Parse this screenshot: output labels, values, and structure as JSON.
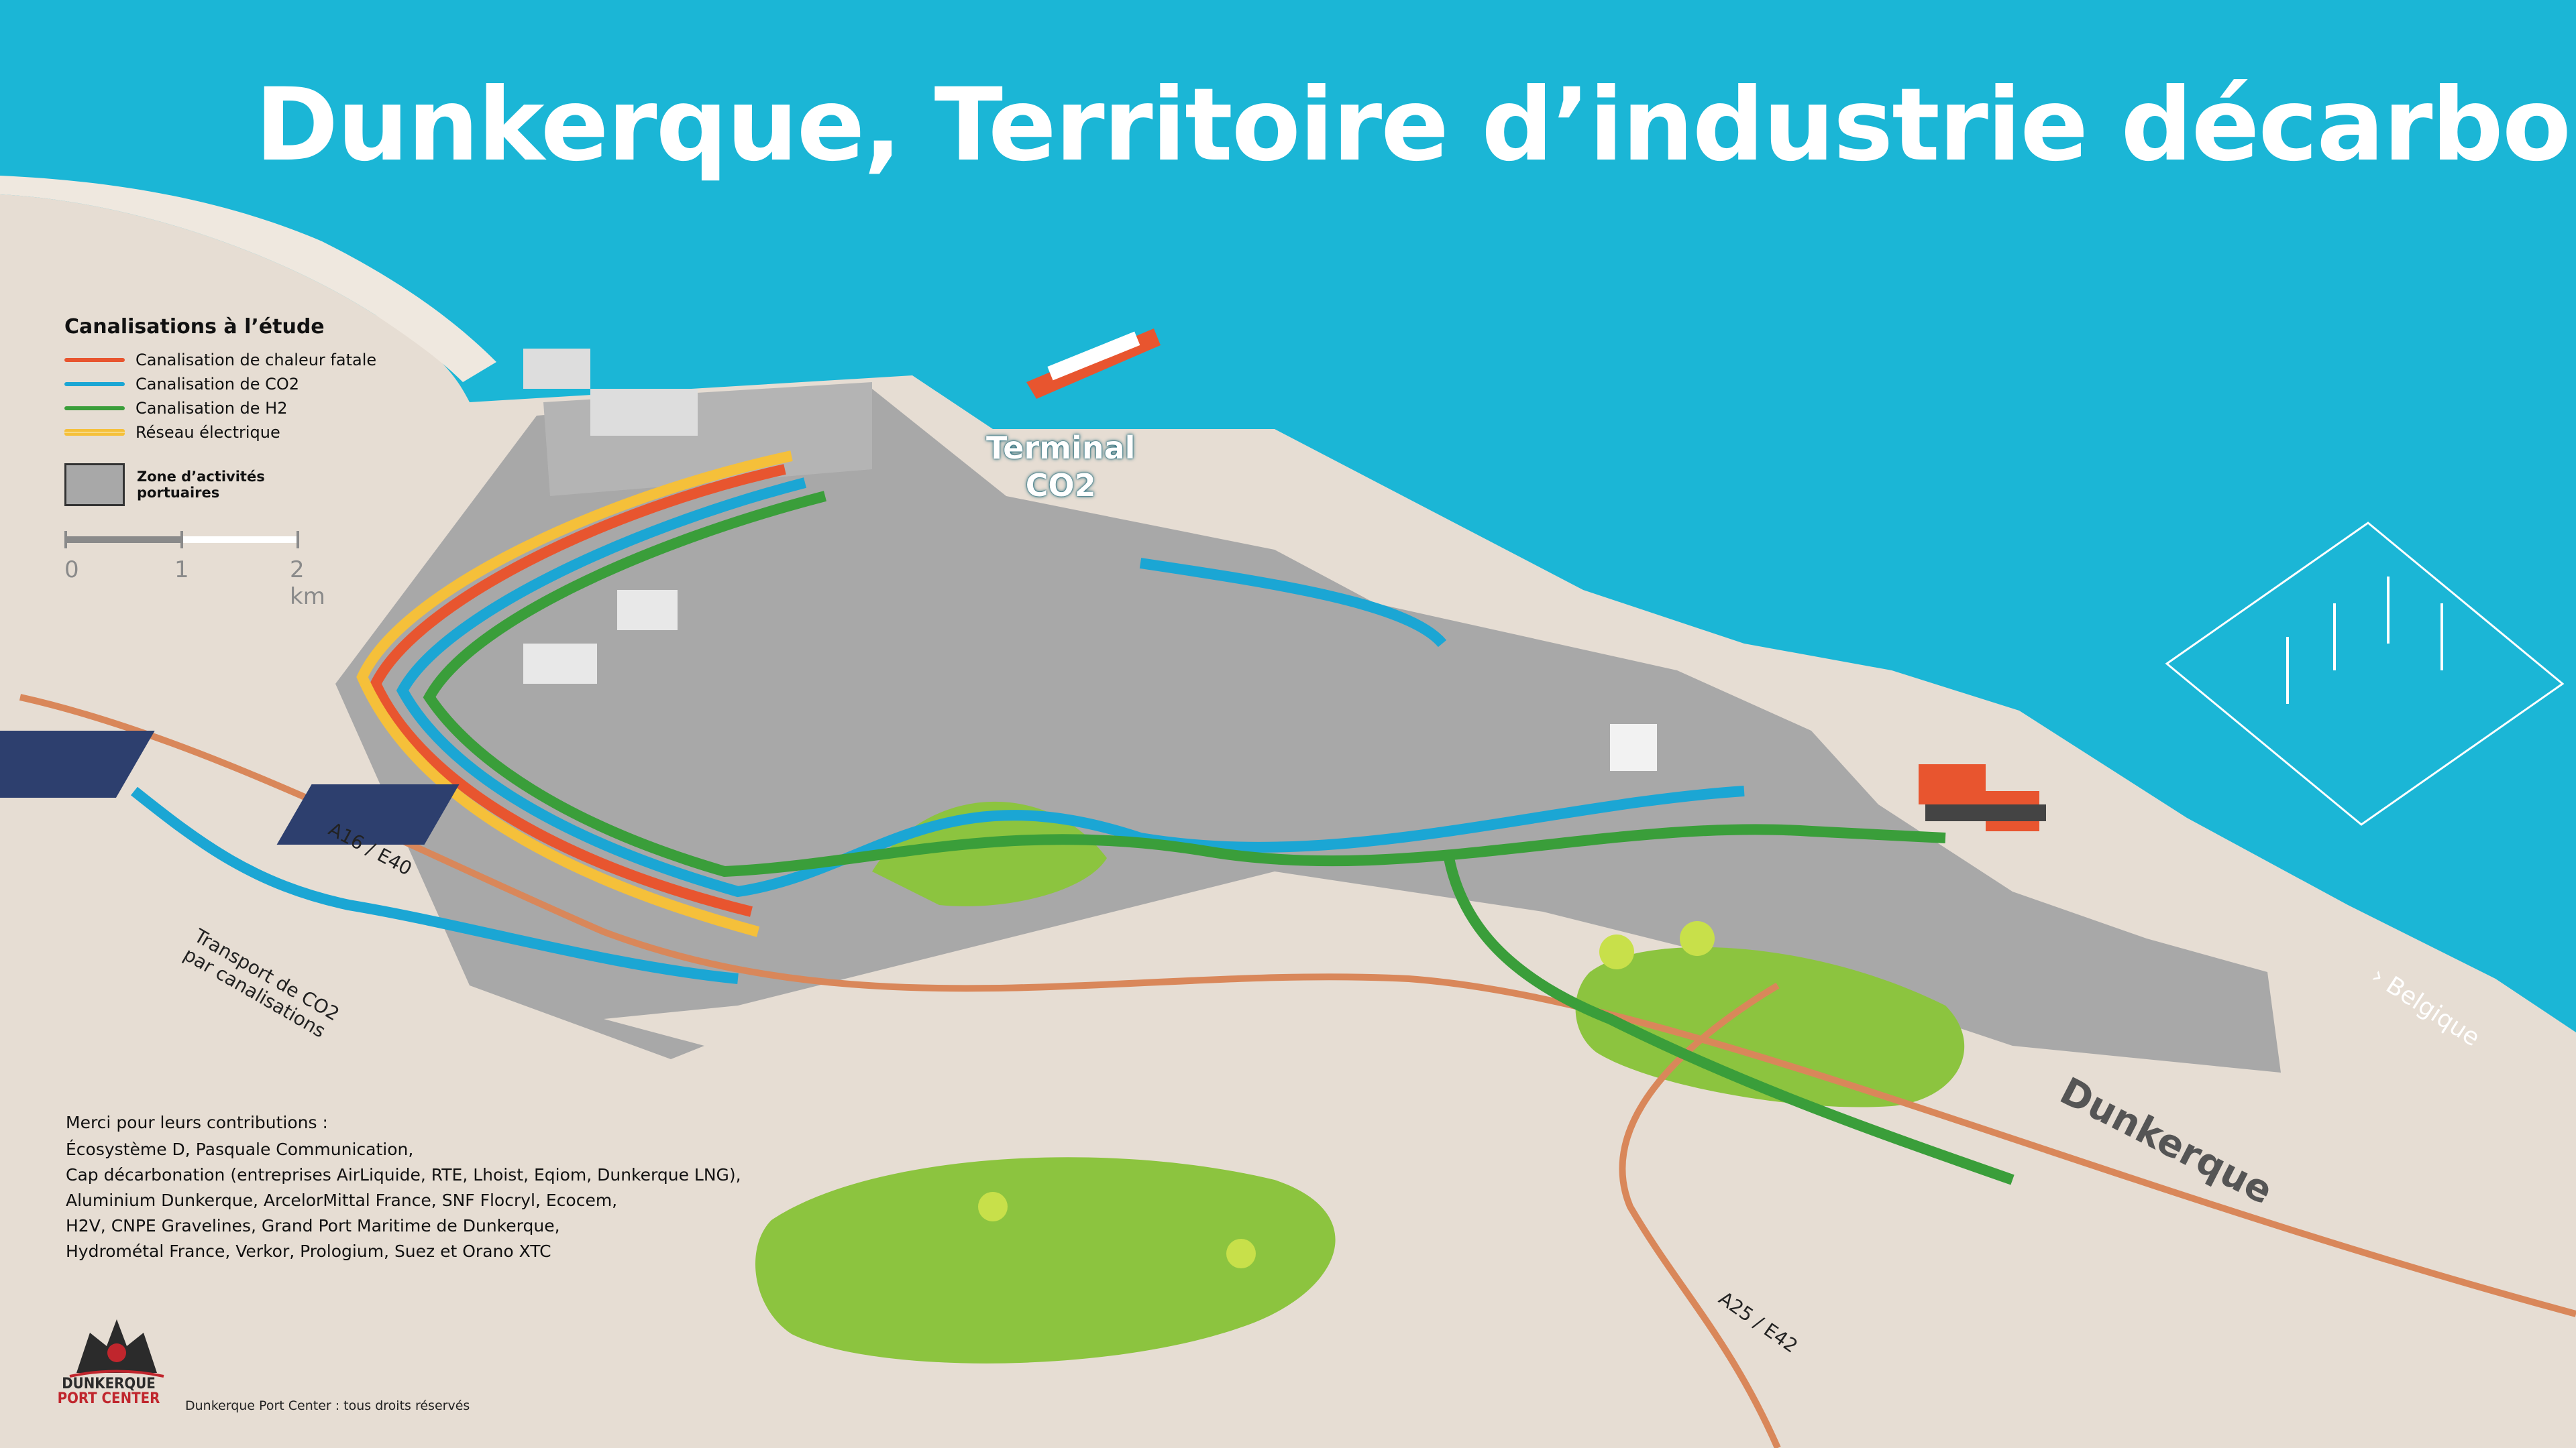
{
  "title": "Dunkerque, Territoire d’industrie décarbonée",
  "legend": {
    "title": "Canalisations à l’étude",
    "items": [
      {
        "label": "Canalisation de chaleur fatale",
        "color": "#e8552f"
      },
      {
        "label": "Canalisation de CO2",
        "color": "#1ba6d4"
      },
      {
        "label": "Canalisation de H2",
        "color": "#3a9e3a"
      },
      {
        "label": "Réseau électrique",
        "color": "#f5c03a"
      }
    ],
    "zone_label_line1": "Zone d’activités",
    "zone_label_line2": "portuaires"
  },
  "scale": {
    "labels": [
      "0",
      "1",
      "2 km"
    ]
  },
  "terminal_label_line1": "Terminal",
  "terminal_label_line2": "CO2",
  "road_labels": {
    "a16": "A16 / E40",
    "a25": "A25 / E42",
    "transport_line1": "Transport de CO2",
    "transport_line2": "par canalisations"
  },
  "place_labels": {
    "belgique": "› Belgique",
    "dunkerque": "Dunkerque"
  },
  "credits": {
    "heading": "Merci pour leurs contributions :",
    "lines": [
      "Écosystème D, Pasquale Communication,",
      "Cap décarbonation (entreprises AirLiquide, RTE, Lhoist, Eqiom, Dunkerque LNG),",
      "Aluminium Dunkerque, ArcelorMittal France, SNF Flocryl, Ecocem,",
      "H2V, CNPE Gravelines, Grand Port Maritime de Dunkerque,",
      "Hydrométal France, Verkor, Prologium, Suez et Orano XTC"
    ]
  },
  "logo": {
    "line1": "DUNKERQUE",
    "line2": "PORT CENTER"
  },
  "copyright": "Dunkerque Port Center : tous droits réservés",
  "colors": {
    "sea": "#1bb6d6",
    "land": "#e6ddd3",
    "port_zone": "#a8a8a8",
    "green_area": "#8cc43f",
    "road": "#d9875a"
  }
}
